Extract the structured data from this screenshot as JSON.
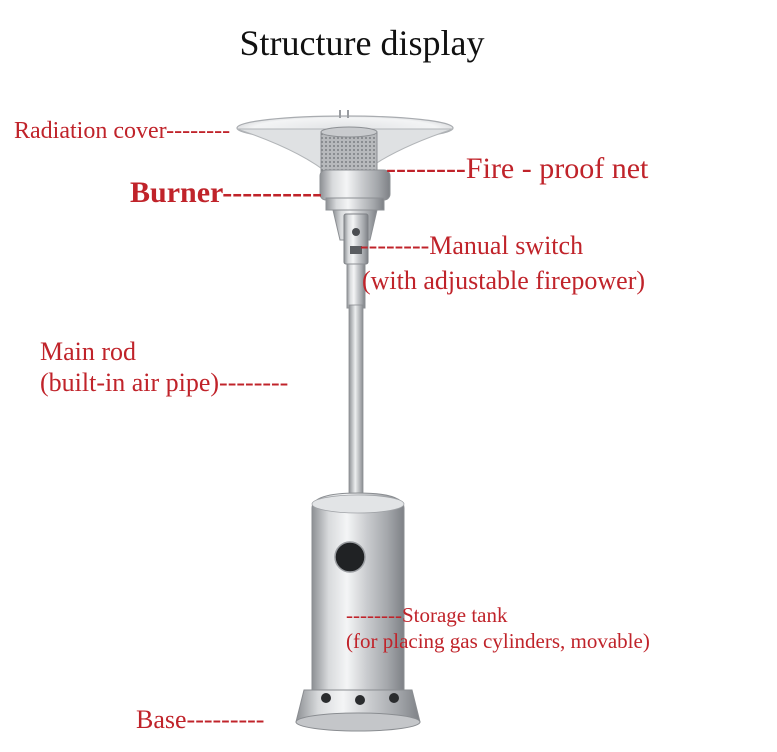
{
  "title": "Structure display",
  "labels": {
    "radiation_cover": "Radiation cover--------",
    "fire_proof_net": "--------Fire - proof net",
    "burner": "Burner----------",
    "manual_switch_line1": "--------Manual switch",
    "manual_switch_line2": "(with adjustable firepower)",
    "main_rod_line1": "Main rod",
    "main_rod_line2": "(built-in air pipe)--------",
    "storage_tank_line1": "--------Storage tank",
    "storage_tank_line2": "(for placing gas cylinders, movable)",
    "base": "Base---------"
  },
  "colors": {
    "label": "#c0232a",
    "title": "#111111",
    "steel": "#b9bcbf"
  }
}
